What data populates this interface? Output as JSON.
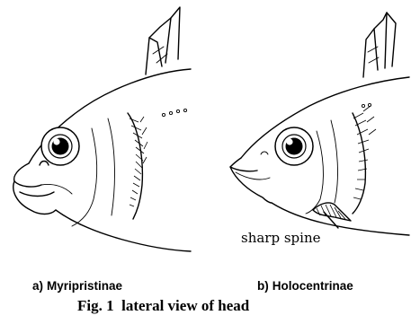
{
  "figure": {
    "caption": "Fig. 1  lateral view of head",
    "panels": [
      {
        "tag": "a)",
        "name": "Myripristinae"
      },
      {
        "tag": "b)",
        "name": "Holocentrinae"
      }
    ],
    "annotation": "sharp spine"
  },
  "colors": {
    "ink": "#000000",
    "background": "#ffffff"
  }
}
